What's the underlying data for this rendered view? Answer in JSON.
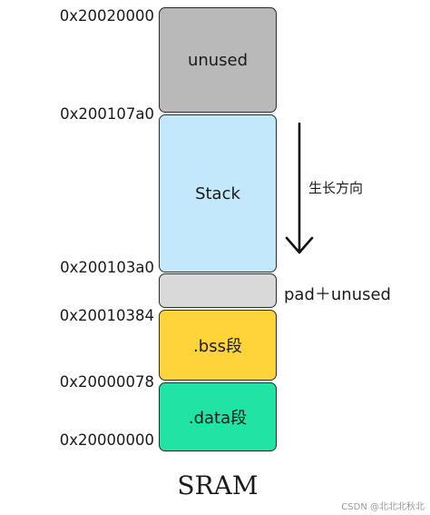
{
  "colors": {
    "unused": "#b9b9b9",
    "stack": "#c4e8fb",
    "pad": "#d9d9d9",
    "bss": "#ffd43b",
    "data": "#20e3a4",
    "border": "#2b2b2b"
  },
  "addresses": [
    "0x20020000",
    "0x200107a0",
    "0x200103a0",
    "0x20010384",
    "0x20000078",
    "0x20000000"
  ],
  "blocks": {
    "unused": "unused",
    "stack": "Stack",
    "pad": "",
    "bss": ".bss段",
    "data": ".data段"
  },
  "labels": {
    "growth_direction": "生长方向",
    "pad_unused": "pad＋unused"
  },
  "title": "SRAM",
  "watermark": "CSDN @北北北秋北",
  "icons": {
    "growth_arrow": "down-arrow-icon"
  }
}
